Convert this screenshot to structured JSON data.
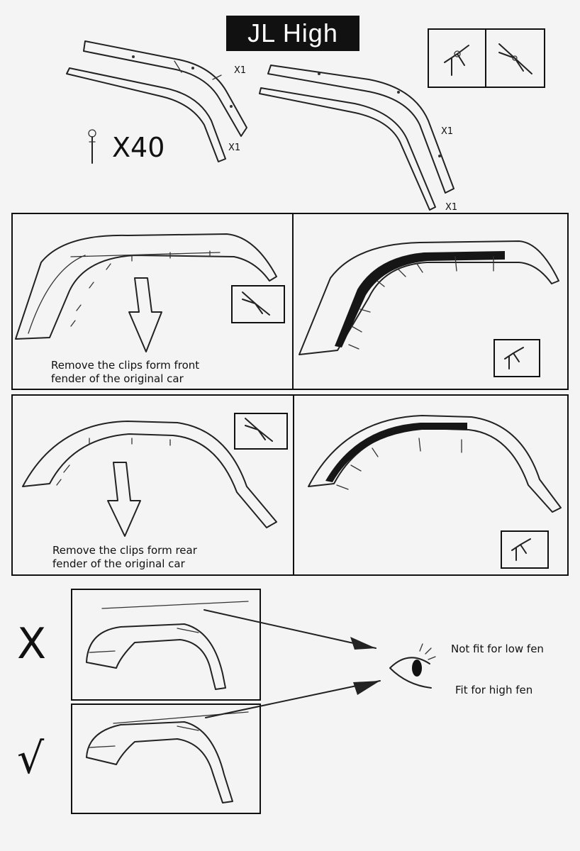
{
  "title": "JL High",
  "parts": {
    "front_upper_qty": "X1",
    "front_lower_qty": "X1",
    "rear_upper_qty": "X1",
    "rear_lower_qty": "X1",
    "rivet_count": "X40"
  },
  "steps": {
    "front_caption_line1": "Remove the clips form front",
    "front_caption_line2": "fender of the original car",
    "rear_caption_line1": "Remove the clips form rear",
    "rear_caption_line2": "fender of the original car"
  },
  "compare": {
    "wrong_mark": "X",
    "right_mark": "√",
    "not_fit_text": "Not fit for low fen",
    "fit_text": "Fit for high fen"
  },
  "icons": {
    "pliers": "pliers-icon",
    "rivet_tool": "rivet-gun-icon",
    "eye": "eye-icon",
    "rivet": "rivet-icon"
  }
}
